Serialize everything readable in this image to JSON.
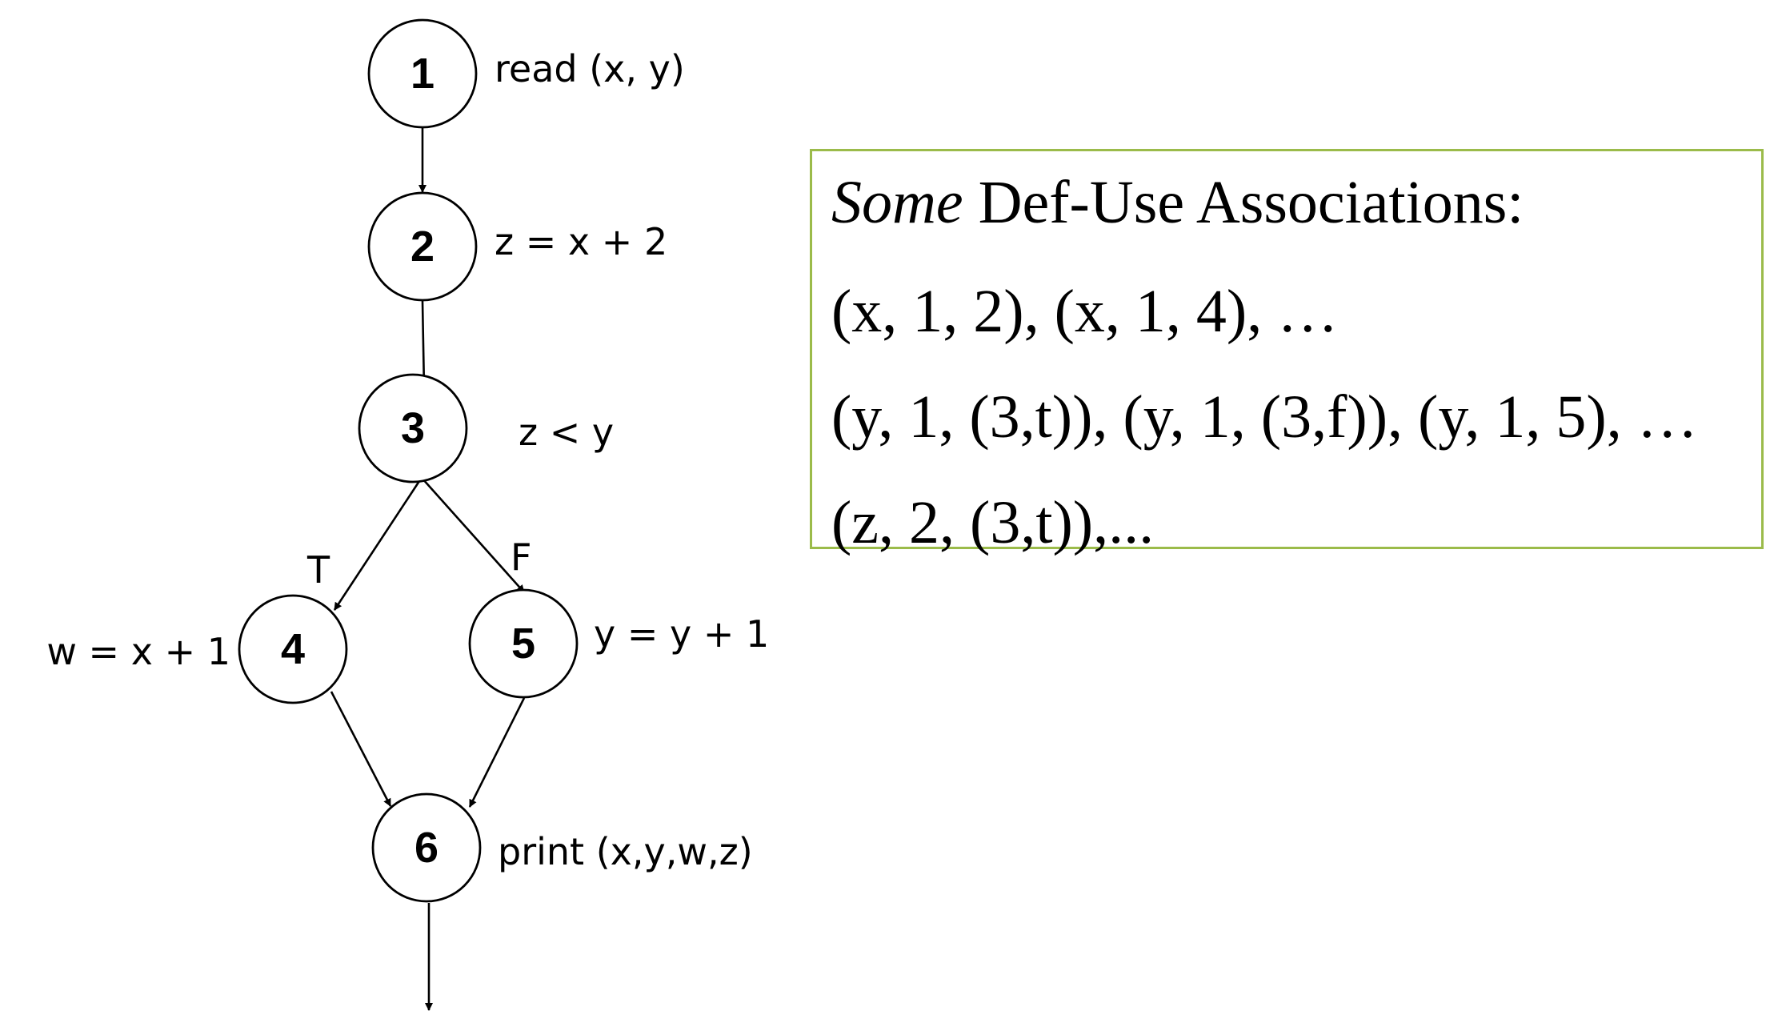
{
  "nodes": [
    {
      "id": "1",
      "statement": "read (x, y)"
    },
    {
      "id": "2",
      "statement": "z = x + 2"
    },
    {
      "id": "3",
      "statement": "z < y"
    },
    {
      "id": "4",
      "statement": "w = x + 1"
    },
    {
      "id": "5",
      "statement": "y = y + 1"
    },
    {
      "id": "6",
      "statement": "print (x,y,w,z)"
    }
  ],
  "edges": [
    {
      "from": "1",
      "to": "2",
      "label": ""
    },
    {
      "from": "2",
      "to": "3",
      "label": ""
    },
    {
      "from": "3",
      "to": "4",
      "label": "T"
    },
    {
      "from": "3",
      "to": "5",
      "label": "F"
    },
    {
      "from": "4",
      "to": "6",
      "label": ""
    },
    {
      "from": "5",
      "to": "6",
      "label": ""
    },
    {
      "from": "6",
      "to": "",
      "label": ""
    }
  ],
  "associations": {
    "title_emphasis": "Some",
    "title_rest": " Def-Use Associations:",
    "lines": [
      "(x, 1, 2), (x, 1, 4), …",
      "(y, 1, (3,t)), (y, 1, (3,f)), (y, 1, 5), …",
      "(z, 2, (3,t)),..."
    ],
    "border_color": "#9bbb4a"
  }
}
